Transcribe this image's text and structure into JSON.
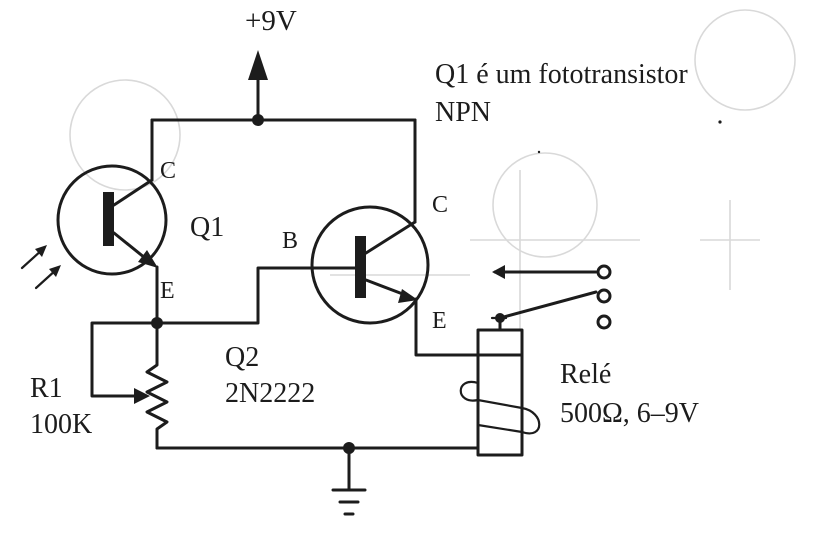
{
  "supply": {
    "label": "+9V"
  },
  "note": {
    "line1": "Q1 é um fototransistor",
    "line2": "NPN"
  },
  "q1": {
    "name": "Q1",
    "collector": "C",
    "emitter": "E"
  },
  "q2": {
    "name": "Q2",
    "part": "2N2222",
    "base": "B",
    "collector": "C",
    "emitter": "E"
  },
  "r1": {
    "name": "R1",
    "value": "100K"
  },
  "relay": {
    "name": "Relé",
    "spec": "500Ω, 6–9V"
  },
  "colors": {
    "ink": "#1c1c1c",
    "paper": "#ffffff",
    "bleed": "#d9d9d9"
  }
}
